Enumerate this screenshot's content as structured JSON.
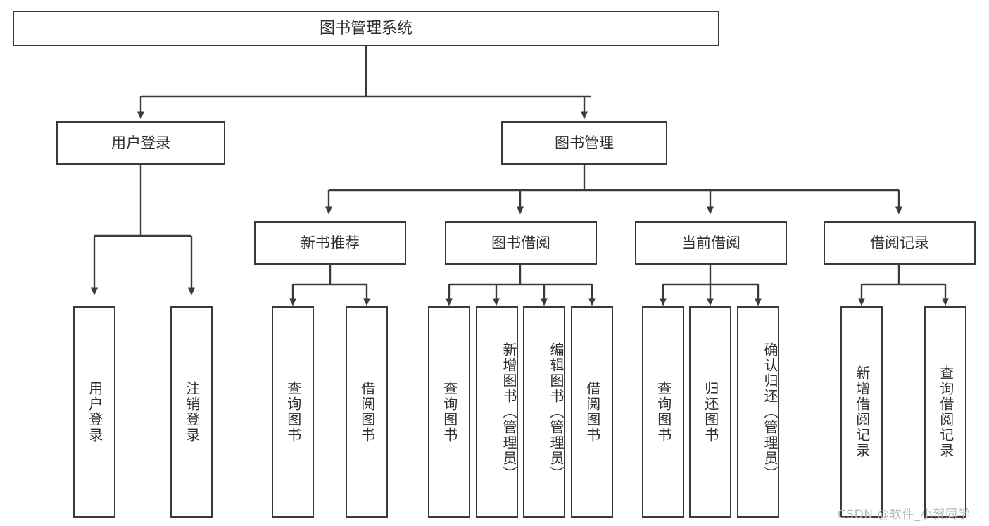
{
  "diagram": {
    "title": "图书管理系统",
    "type": "functional-structure-tree",
    "root": {
      "label": "图书管理系统"
    },
    "level2": [
      {
        "label": "用户登录"
      },
      {
        "label": "图书管理"
      }
    ],
    "level3": [
      {
        "label": "新书推荐"
      },
      {
        "label": "图书借阅"
      },
      {
        "label": "当前借阅"
      },
      {
        "label": "借阅记录"
      }
    ],
    "leaves": {
      "user_login": [
        {
          "label": "用户登录"
        },
        {
          "label": "注销登录"
        }
      ],
      "new_book_recommend": [
        {
          "label": "查询图书"
        },
        {
          "label": "借阅图书"
        }
      ],
      "book_borrow": [
        {
          "label": "查询图书"
        },
        {
          "label": "新增图书（管理员）"
        },
        {
          "label": "编辑图书（管理员）"
        },
        {
          "label": "借阅图书"
        }
      ],
      "current_borrow": [
        {
          "label": "查询图书"
        },
        {
          "label": "归还图书"
        },
        {
          "label": "确认归还（管理员）"
        }
      ],
      "borrow_record": [
        {
          "label": "新增借阅记录"
        },
        {
          "label": "查询借阅记录"
        }
      ]
    }
  },
  "watermark": {
    "text": "CSDN @软件_小贺同学"
  },
  "colors": {
    "stroke": "#3a3a3a",
    "text": "#2f2f2f",
    "background": "#ffffff",
    "watermark": "#b9b9b9"
  }
}
